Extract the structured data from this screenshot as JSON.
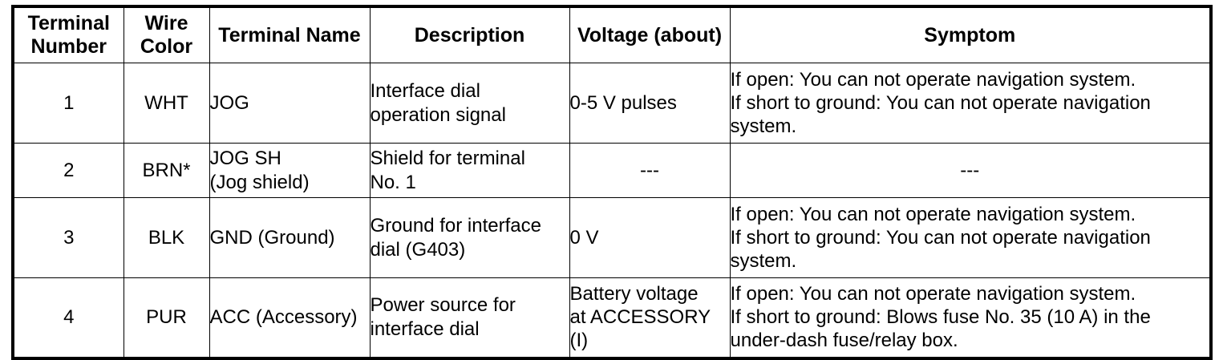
{
  "table": {
    "headers": [
      {
        "label": "Terminal\nNumber",
        "key": "terminal_number"
      },
      {
        "label": "Wire\nColor",
        "key": "wire_color"
      },
      {
        "label": "Terminal Name",
        "key": "terminal_name"
      },
      {
        "label": "Description",
        "key": "description"
      },
      {
        "label": "Voltage (about)",
        "key": "voltage"
      },
      {
        "label": "Symptom",
        "key": "symptom"
      }
    ],
    "rows": [
      {
        "terminal_number": "1",
        "wire_color": "WHT",
        "terminal_name": "JOG",
        "description": "Interface dial\noperation signal",
        "voltage": "0-5 V pulses",
        "symptom": "If open: You can not operate navigation system.\nIf short to ground: You can not operate navigation\nsystem."
      },
      {
        "terminal_number": "2",
        "wire_color": "BRN*",
        "terminal_name": "JOG SH\n(Jog shield)",
        "description": "Shield for terminal\nNo. 1",
        "voltage": "---",
        "symptom": "---"
      },
      {
        "terminal_number": "3",
        "wire_color": "BLK",
        "terminal_name": "GND (Ground)",
        "description": "Ground for interface\ndial (G403)",
        "voltage": "0 V",
        "symptom": "If open: You can not operate navigation system.\nIf short to ground: You can not operate navigation\nsystem."
      },
      {
        "terminal_number": "4",
        "wire_color": "PUR",
        "terminal_name": "ACC (Accessory)",
        "description": "Power source for\ninterface dial",
        "voltage": "Battery voltage\nat ACCESSORY\n(I)",
        "symptom": "If open: You can not operate navigation system.\nIf short to ground: Blows fuse No. 35 (10 A)   in the\nunder-dash fuse/relay box."
      }
    ]
  },
  "colors": {
    "border": "#000000",
    "text": "#000000",
    "background": "#ffffff"
  }
}
